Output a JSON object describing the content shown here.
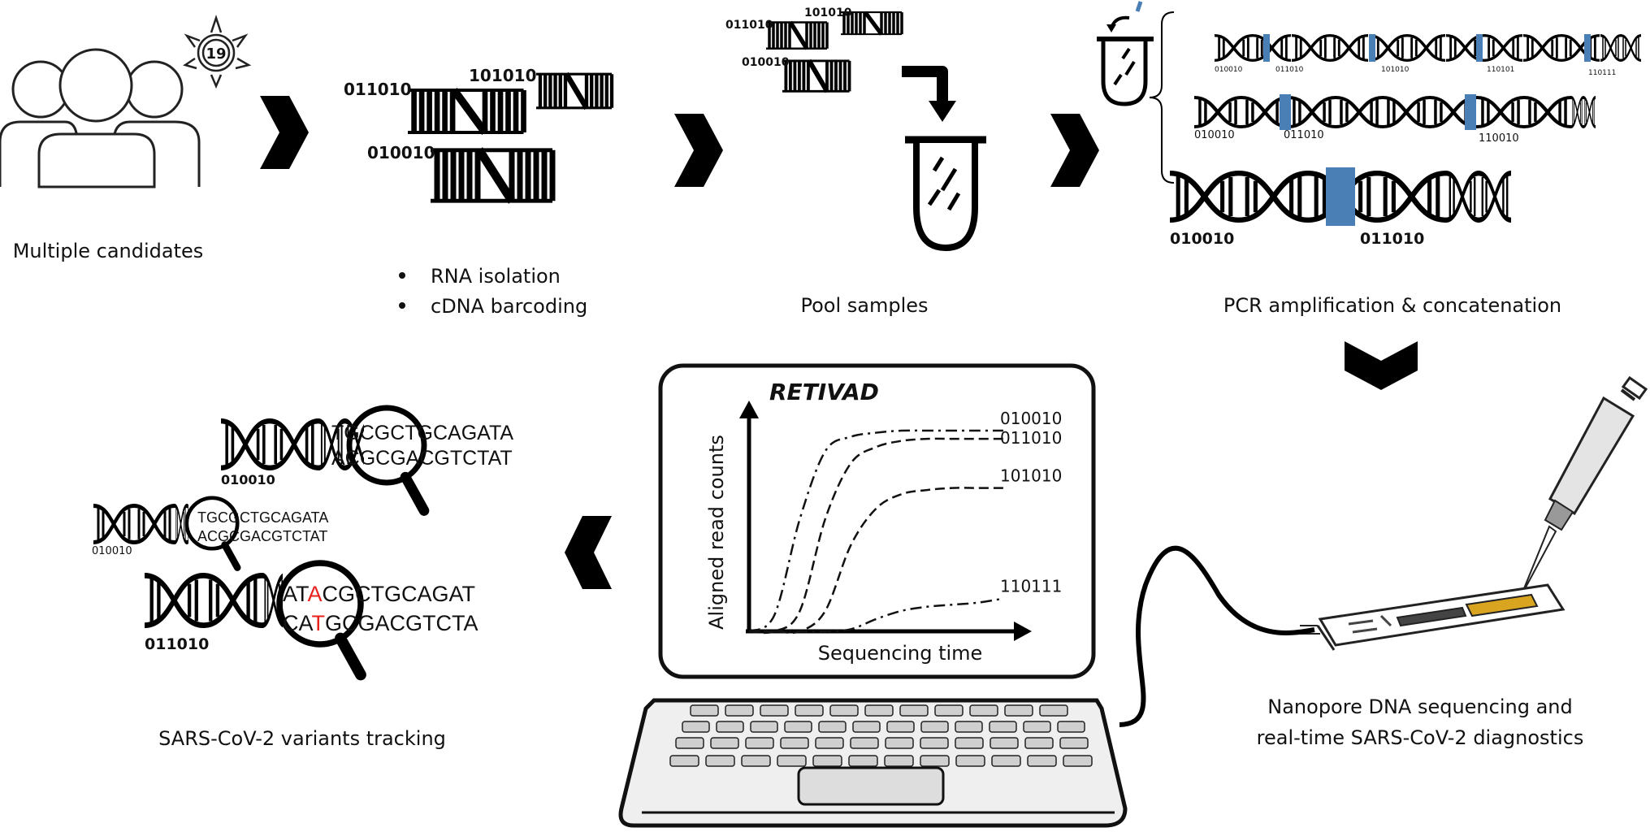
{
  "steps": {
    "candidates": {
      "label": "Multiple candidates",
      "virus_badge": "19"
    },
    "isolation": {
      "bullets": [
        "RNA isolation",
        "cDNA barcoding"
      ],
      "barcodes": [
        "011010",
        "101010",
        "010010"
      ]
    },
    "pool": {
      "label": "Pool samples",
      "barcodes": [
        "011010",
        "101010",
        "010010"
      ]
    },
    "pcr": {
      "label": "PCR amplification & concatenation",
      "row1": [
        "010010",
        "011010",
        "101010",
        "110101",
        "110111"
      ],
      "row2": [
        "010010",
        "011010",
        "110010"
      ],
      "row3": [
        "010010",
        "011010"
      ]
    },
    "sequencing": {
      "label_line1": "Nanopore DNA sequencing and",
      "label_line2": "real-time SARS-CoV-2 diagnostics"
    },
    "variants": {
      "label": "SARS-CoV-2 variants tracking",
      "items": [
        {
          "barcode": "010010",
          "top": "TGCGCTGCAGATA",
          "bottom": "ACGCGACGTCTAT"
        },
        {
          "barcode": "010010",
          "top": "TGCGCTGCAGATA",
          "bottom": "ACGCGACGTCTAT"
        },
        {
          "barcode": "011010",
          "top_pre": "AT",
          "top_mut": "A",
          "top_post": "CGCTGCAGAT",
          "bottom_pre": "CA",
          "bottom_mut": "T",
          "bottom_post": "GCGACGTCTA"
        }
      ]
    }
  },
  "colors": {
    "barcode_blue": "#4a7fb5",
    "mutation_red": "#e8231f",
    "flowcell_pad": "#d9a520"
  },
  "chart_data": {
    "type": "line",
    "title": "RETIVAD",
    "xlabel": "Sequencing time",
    "ylabel": "Aligned read counts",
    "x": [
      0,
      1,
      2,
      3,
      4,
      5,
      6,
      7,
      8,
      9,
      10
    ],
    "ylim": [
      0,
      1
    ],
    "series": [
      {
        "name": "010010",
        "line_style": "dash-dot",
        "values": [
          0.0,
          0.08,
          0.55,
          0.88,
          0.95,
          0.97,
          0.98,
          0.98,
          0.98,
          0.98,
          0.98
        ]
      },
      {
        "name": "011010",
        "line_style": "dashed",
        "values": [
          0.0,
          0.0,
          0.1,
          0.55,
          0.82,
          0.9,
          0.93,
          0.94,
          0.94,
          0.94,
          0.94
        ]
      },
      {
        "name": "101010",
        "line_style": "dashed",
        "values": [
          0.0,
          0.0,
          0.0,
          0.1,
          0.42,
          0.6,
          0.67,
          0.69,
          0.7,
          0.7,
          0.7
        ]
      },
      {
        "name": "110111",
        "line_style": "dash-dot",
        "values": [
          0.0,
          0.0,
          0.0,
          0.0,
          0.01,
          0.06,
          0.1,
          0.12,
          0.13,
          0.14,
          0.16
        ]
      }
    ]
  }
}
